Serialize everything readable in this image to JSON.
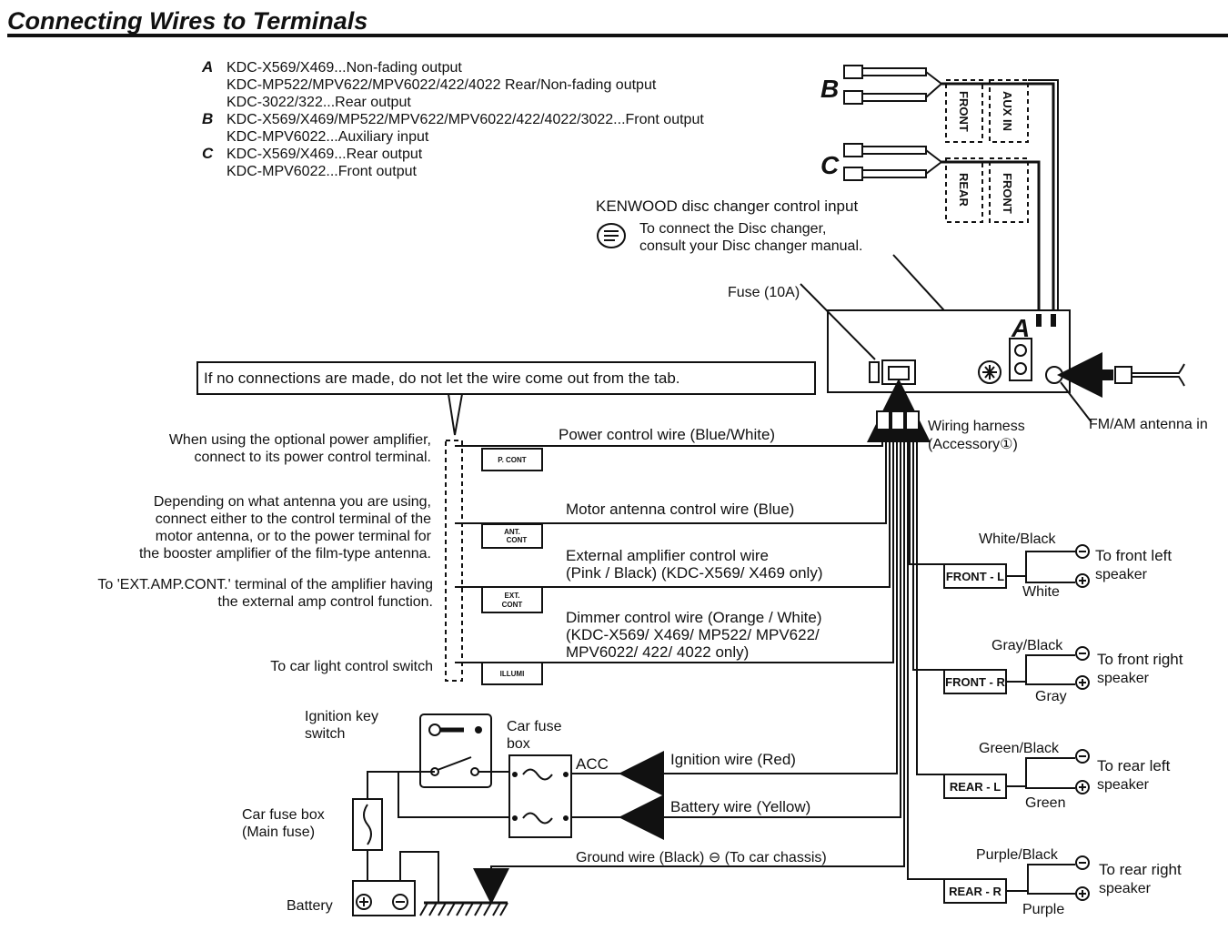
{
  "title": "Connecting Wires to Terminals",
  "models": [
    {
      "key": "A",
      "lines": [
        "KDC-X569/X469...Non-fading output",
        "KDC-MP522/MPV622/MPV6022/422/4022   Rear/Non-fading output",
        "KDC-3022/322...Rear output"
      ]
    },
    {
      "key": "B",
      "lines": [
        "KDC-X569/X469/MP522/MPV622/MPV6022/422/4022/3022...Front output",
        "KDC-MPV6022...Auxiliary input"
      ]
    },
    {
      "key": "C",
      "lines": [
        "KDC-X569/X469...Rear output",
        "KDC-MPV6022...Front output"
      ]
    }
  ],
  "rca_labels": {
    "b_front": "FRONT",
    "b_aux": "AUX IN",
    "c_rear": "REAR",
    "c_front": "FRONT"
  },
  "disc_changer": {
    "title": "KENWOOD disc changer control input",
    "note_line1": "To connect the Disc changer,",
    "note_line2": "consult your Disc changer manual."
  },
  "fuse_label": "Fuse (10A)",
  "antenna_label": "FM/AM antenna in",
  "harness_line1": "Wiring harness",
  "harness_line2": "(Accessory①)",
  "tab_note": "If no connections are made, do not let the wire come out from the tab.",
  "left_notes": {
    "amp": [
      "When using the optional power amplifier,",
      "connect to its power control terminal."
    ],
    "antenna": [
      "Depending on what antenna you are using,",
      "connect either to the control terminal of the",
      "motor antenna, or to the power terminal for",
      "the booster amplifier of the film-type antenna."
    ],
    "extamp": [
      "To 'EXT.AMP.CONT.' terminal of the amplifier having",
      "the external amp control function."
    ],
    "light": "To car light control switch"
  },
  "tabs": {
    "pcont": "P. CONT",
    "ant1": "ANT.",
    "ant2": "CONT",
    "ext1": "EXT.",
    "ext2": "CONT",
    "illumi": "ILLUMI"
  },
  "wires": {
    "power": "Power control wire (Blue/White)",
    "motor": "Motor antenna control wire (Blue)",
    "extamp1": "External amplifier control wire",
    "extamp2": "(Pink / Black) (KDC-X569/ X469 only)",
    "dimmer1": "Dimmer control wire (Orange / White)",
    "dimmer2": "(KDC-X569/ X469/ MP522/ MPV622/",
    "dimmer3": "MPV6022/ 422/ 4022 only)",
    "ignition": "Ignition wire (Red)",
    "battery": "Battery wire (Yellow)",
    "ground": "Ground wire (Black) ⊖ (To car chassis)"
  },
  "power_section": {
    "ignition_switch1": "Ignition key",
    "ignition_switch2": "switch",
    "car_fuse1": "Car fuse",
    "car_fuse2": "box",
    "acc": "ACC",
    "main_fuse1": "Car fuse box",
    "main_fuse2": "(Main fuse)",
    "battery": "Battery"
  },
  "speakers": [
    {
      "tag": "FRONT - L",
      "neg": "White/Black",
      "pos": "White",
      "to1": "To front left",
      "to2": "speaker"
    },
    {
      "tag": "FRONT - R",
      "neg": "Gray/Black",
      "pos": "Gray",
      "to1": "To front right",
      "to2": "speaker"
    },
    {
      "tag": "REAR - L",
      "neg": "Green/Black",
      "pos": "Green",
      "to1": "To rear left",
      "to2": "speaker"
    },
    {
      "tag": "REAR - R",
      "neg": "Purple/Black",
      "pos": "Purple",
      "to1": "To rear right",
      "to2": "speaker"
    }
  ]
}
